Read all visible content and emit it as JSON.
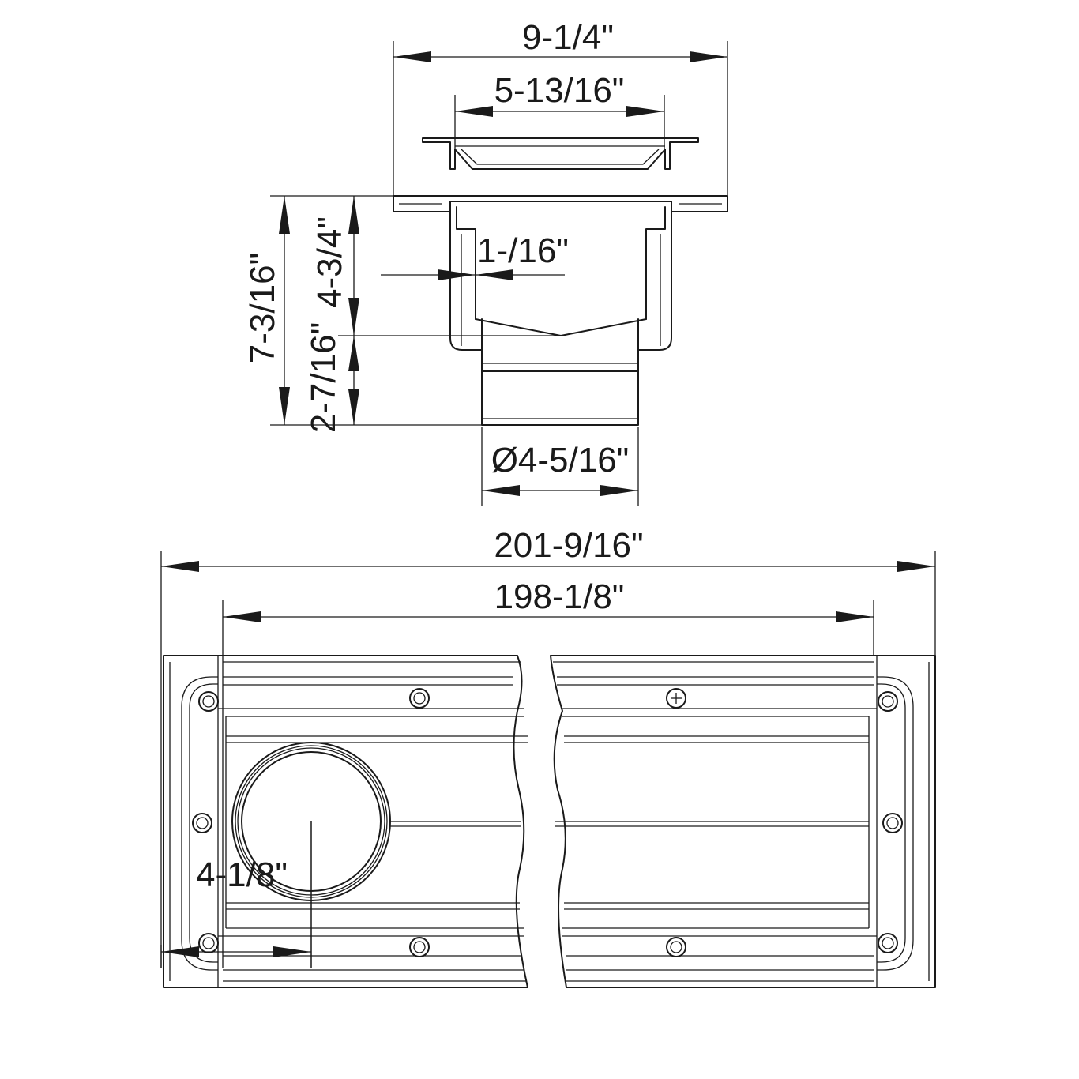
{
  "dimensions": {
    "grate_total_width": "9-1/4\"",
    "grate_inner_width": "5-13/16\"",
    "wall_thickness": "1-/16\"",
    "total_height": "7-3/16\"",
    "body_height": "4-3/4\"",
    "outlet_height": "2-7/16\"",
    "outlet_diameter": "Ø4-5/16\"",
    "overall_length": "201-9/16\"",
    "channel_length": "198-1/8\"",
    "outlet_offset": "4-1/8\""
  }
}
